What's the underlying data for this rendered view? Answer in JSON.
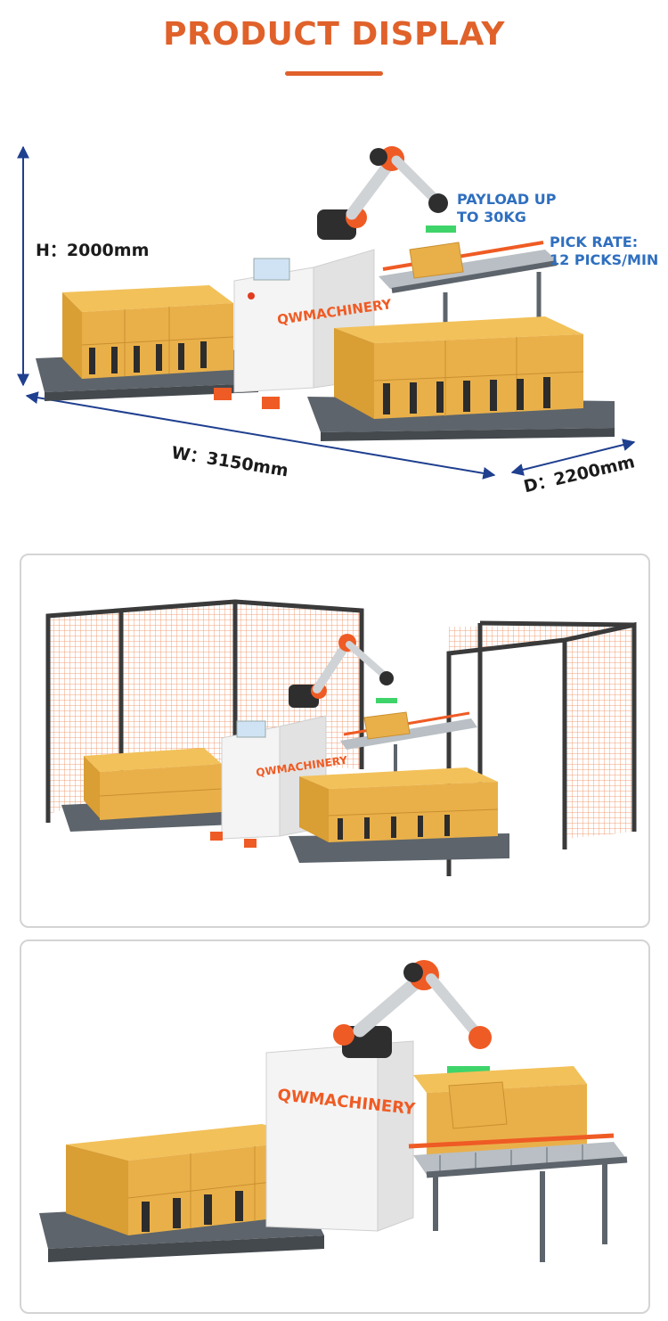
{
  "header": {
    "title": "PRODUCT DISPLAY"
  },
  "dimensions": {
    "height": "H：2000mm",
    "width": "W：3150mm",
    "depth": "D：2200mm"
  },
  "callouts": {
    "payload": [
      "PAYLOAD UP",
      "TO 30KG"
    ],
    "pick_rate": [
      "PICK RATE:",
      "12 PICKS/MIN"
    ]
  },
  "brand_text": "QWMACHINERY",
  "colors": {
    "accent": "#e0612a",
    "callout": "#2f6fbf",
    "box": "#e9b04a",
    "pallet": "#5d646b"
  }
}
